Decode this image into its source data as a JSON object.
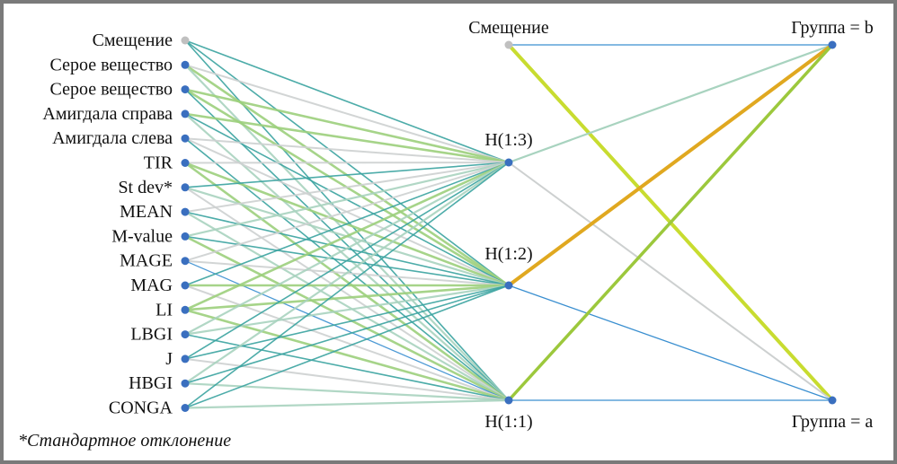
{
  "inputs": [
    "Смещение",
    "Серое вещество",
    "Серое вещество",
    "Амигдала справа",
    "Амигдала слева",
    "TIR",
    "St dev*",
    "MEAN",
    "M-value",
    "MAGE",
    "MAG",
    "LI",
    "LBGI",
    "J",
    "HBGI",
    "CONGA"
  ],
  "hidden_bias": "Смещение",
  "hidden": [
    "H(1:3)",
    "H(1:2)",
    "H(1:1)"
  ],
  "outputs": [
    "Группа = b",
    "Группа = a"
  ],
  "footnote": "*Стандартное отклонение",
  "colors": {
    "node": "#3a6fbf",
    "bias_node": "#c0c0c0",
    "teal": "#3aa3a0",
    "blue": "#3a8fd0",
    "lgreen": "#9ccf7c",
    "mint": "#a8d3bf",
    "gray": "#cdd0d0",
    "yellow": "#c8dc30",
    "orange": "#e0a820",
    "green": "#9cc83c"
  },
  "input_edges": [
    [
      "teal",
      "teal",
      "teal"
    ],
    [
      "gray",
      "lgreen",
      "mint"
    ],
    [
      "lgreen",
      "lgreen",
      "teal"
    ],
    [
      "lgreen",
      "teal",
      "mint"
    ],
    [
      "gray",
      "gray",
      "teal"
    ],
    [
      "gray",
      "lgreen",
      "lgreen"
    ],
    [
      "teal",
      "mint",
      "gray"
    ],
    [
      "gray",
      "teal",
      "mint"
    ],
    [
      "mint",
      "teal",
      "lgreen"
    ],
    [
      "gray",
      "gray",
      "blue"
    ],
    [
      "teal",
      "lgreen",
      "gray"
    ],
    [
      "lgreen",
      "lgreen",
      "lgreen"
    ],
    [
      "mint",
      "mint",
      "teal"
    ],
    [
      "teal",
      "teal",
      "gray"
    ],
    [
      "mint",
      "teal",
      "mint"
    ],
    [
      "teal",
      "teal",
      "mint"
    ]
  ],
  "output_edges": {
    "bias": [
      "blue",
      "yellow"
    ],
    "h13": [
      "mint",
      "gray"
    ],
    "h12": [
      "orange",
      "blue"
    ],
    "h11": [
      "green",
      "blue"
    ]
  }
}
